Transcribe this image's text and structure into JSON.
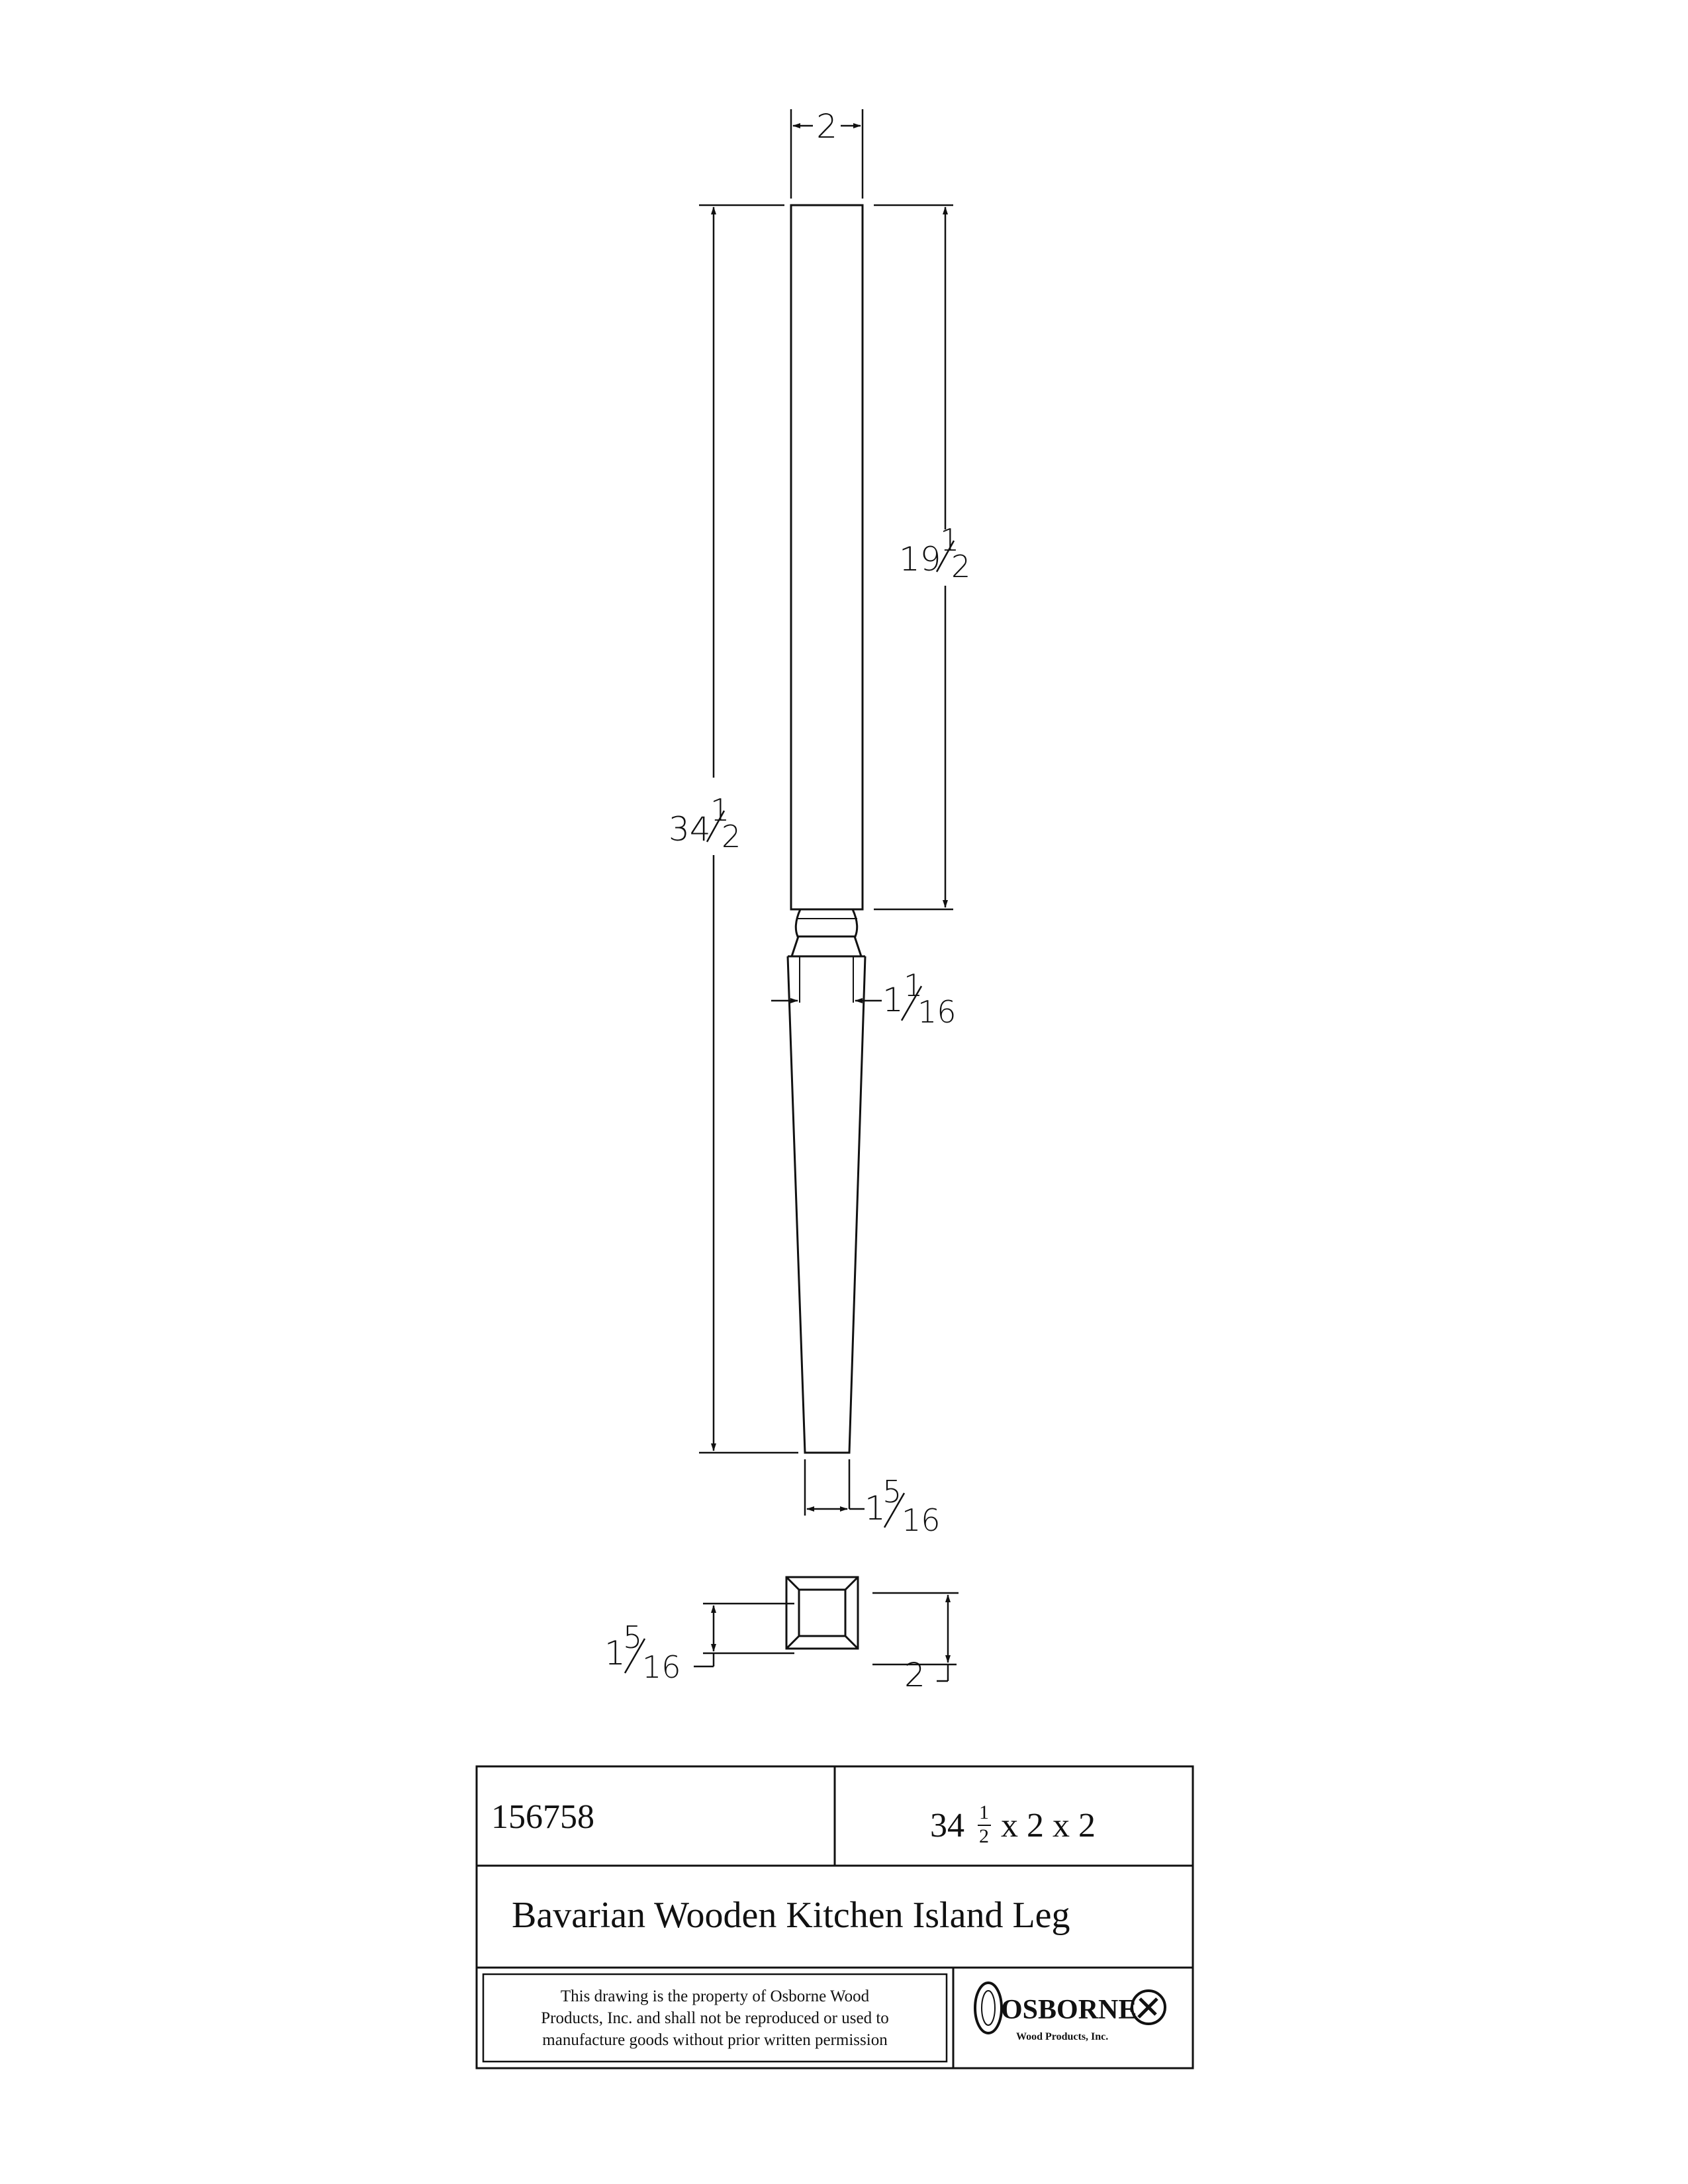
{
  "drawing": {
    "dimensions": {
      "top_width": "2",
      "overall_height": {
        "whole": "34",
        "num": "1",
        "den": "2"
      },
      "square_section_height": {
        "whole": "19",
        "num": "1",
        "den": "2"
      },
      "neck_width": {
        "whole": "1",
        "num": "1",
        "den": "16"
      },
      "foot_width": {
        "whole": "1",
        "num": "5",
        "den": "16"
      },
      "section_inner": {
        "whole": "1",
        "num": "5",
        "den": "16"
      },
      "section_outer": "2"
    }
  },
  "title_block": {
    "part_number": "156758",
    "size": {
      "whole": "34",
      "num": "1",
      "den": "2",
      "rest": "x 2 x 2"
    },
    "description": "Bavarian Wooden Kitchen Island Leg",
    "notice": [
      "This drawing is the property of Osborne Wood",
      "Products, Inc. and shall not be reproduced or used to",
      "manufacture goods without prior written permission"
    ],
    "logo": {
      "name": "OSBORNE",
      "tagline": "Wood Products, Inc."
    }
  }
}
